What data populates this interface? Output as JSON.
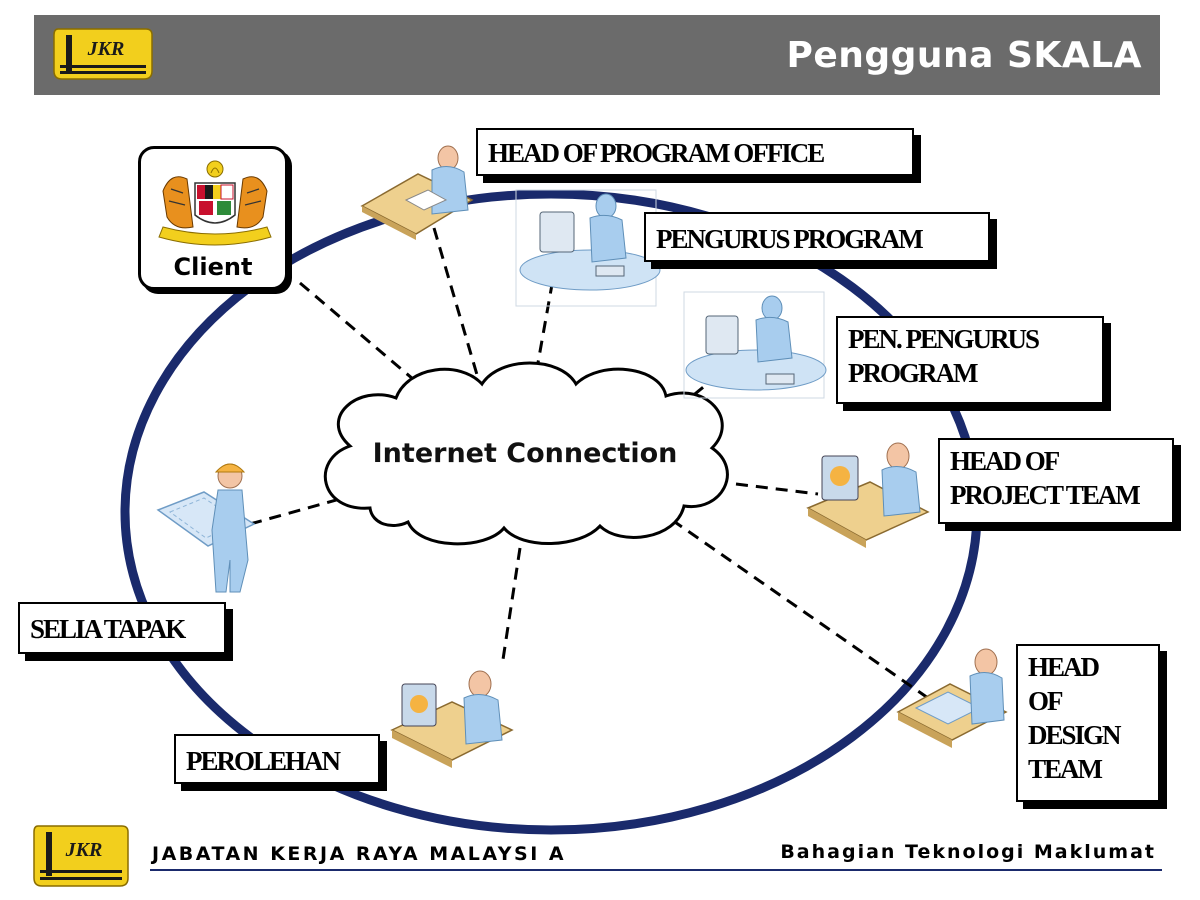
{
  "header": {
    "title": "Pengguna SKALA",
    "logo_text": "JKR"
  },
  "diagram": {
    "center": "Internet Connection",
    "client_label": "Client",
    "nodes": {
      "head_program_office": "HEAD OF PROGRAM OFFICE",
      "pengurus_program": "PENGURUS PROGRAM",
      "pen_pengurus_program": "PEN. PENGURUS\nPROGRAM",
      "head_project_team": "HEAD OF\nPROJECT TEAM",
      "head_design_team": "HEAD\nOF\nDESIGN\nTEAM",
      "selia_tapak": "SELIA TAPAK",
      "perolehan": "PEROLEHAN"
    }
  },
  "footer": {
    "left": "JABATAN KERJA RAYA MALAYSI A",
    "right": "Bahagian Teknologi Maklumat",
    "logo_text": "JKR"
  },
  "colors": {
    "header_bg": "#6b6b6b",
    "ring": "#1a2a6c",
    "logo_yellow": "#f2cf1d",
    "figure_blue": "#a8cdee",
    "desk": "#eed08e"
  }
}
